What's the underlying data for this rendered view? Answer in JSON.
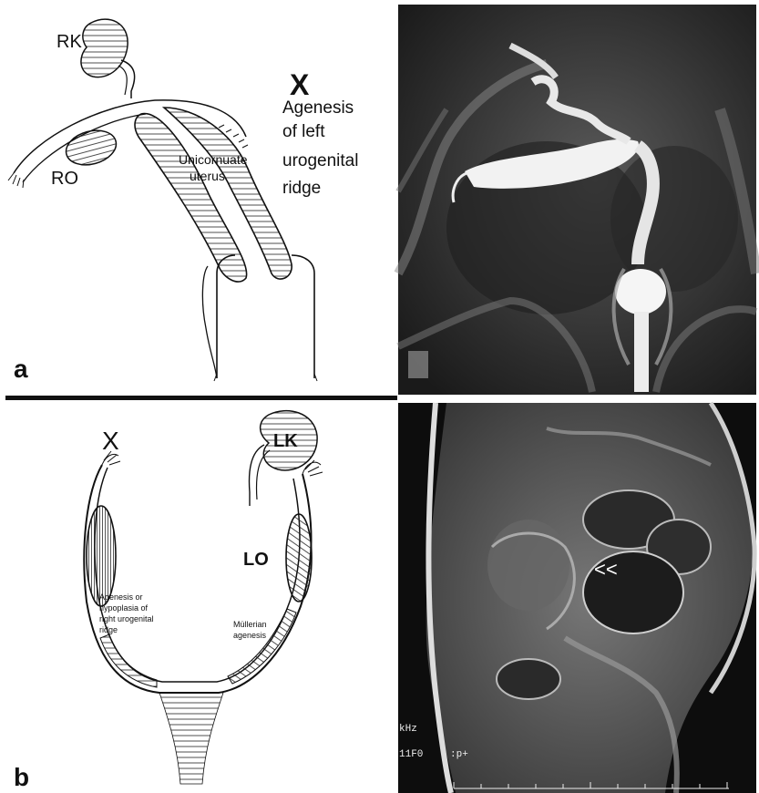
{
  "panel_a": {
    "panel_label": "a",
    "label_rk": "RK",
    "label_ro": "RO",
    "label_x": "X",
    "uterus_label_1": "Unicornuate",
    "uterus_label_2": "uterus",
    "agenesis_line_1": "Agenesis",
    "agenesis_line_2": "of left",
    "agenesis_line_3": "urogenital",
    "agenesis_line_4": "ridge"
  },
  "panel_b": {
    "panel_label": "b",
    "label_x": "X",
    "label_lk": "LK",
    "label_lo": "LO",
    "agenesis_line_1": "Agenesis or",
    "agenesis_line_2": "hypoplasia of",
    "agenesis_line_3": "right urogenital",
    "agenesis_line_4": "ridge",
    "mullerian_line_1": "Müllerian",
    "mullerian_line_2": "agenesis",
    "mri_arrow": "<<",
    "mri_text_1": "kHz",
    "mri_text_2": "11F0",
    "mri_text_3": ":p+"
  }
}
